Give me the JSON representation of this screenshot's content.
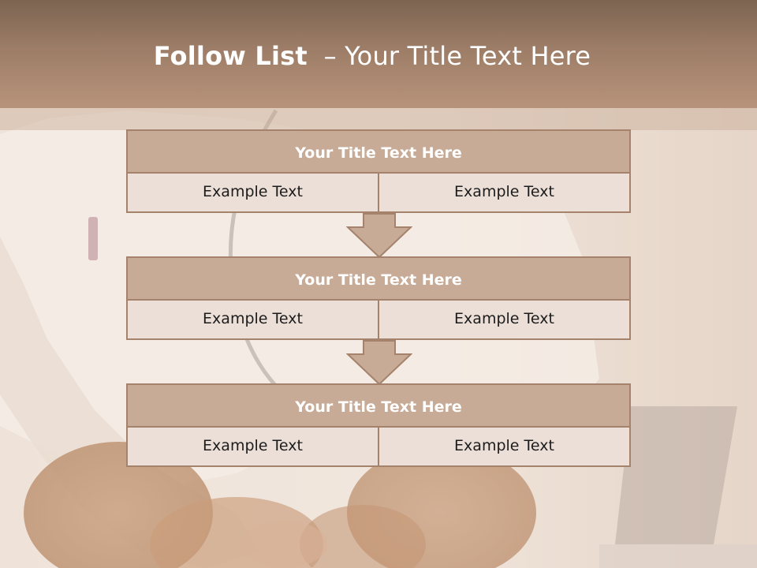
{
  "slide": {
    "title_bold": "Follow List",
    "title_rest": "– Your Title Text Here"
  },
  "steps": [
    {
      "title": "Your Title Text Here",
      "left": "Example Text",
      "right": "Example Text"
    },
    {
      "title": "Your Title Text Here",
      "left": "Example Text",
      "right": "Example Text"
    },
    {
      "title": "Your Title Text Here",
      "left": "Example Text",
      "right": "Example Text"
    }
  ],
  "colors": {
    "header": "#9d7d67",
    "box_title_fill": "#c7ab97",
    "box_cell_fill": "#ecdfd8",
    "border": "#a4826b",
    "arrow_fill": "#c7ab97"
  }
}
